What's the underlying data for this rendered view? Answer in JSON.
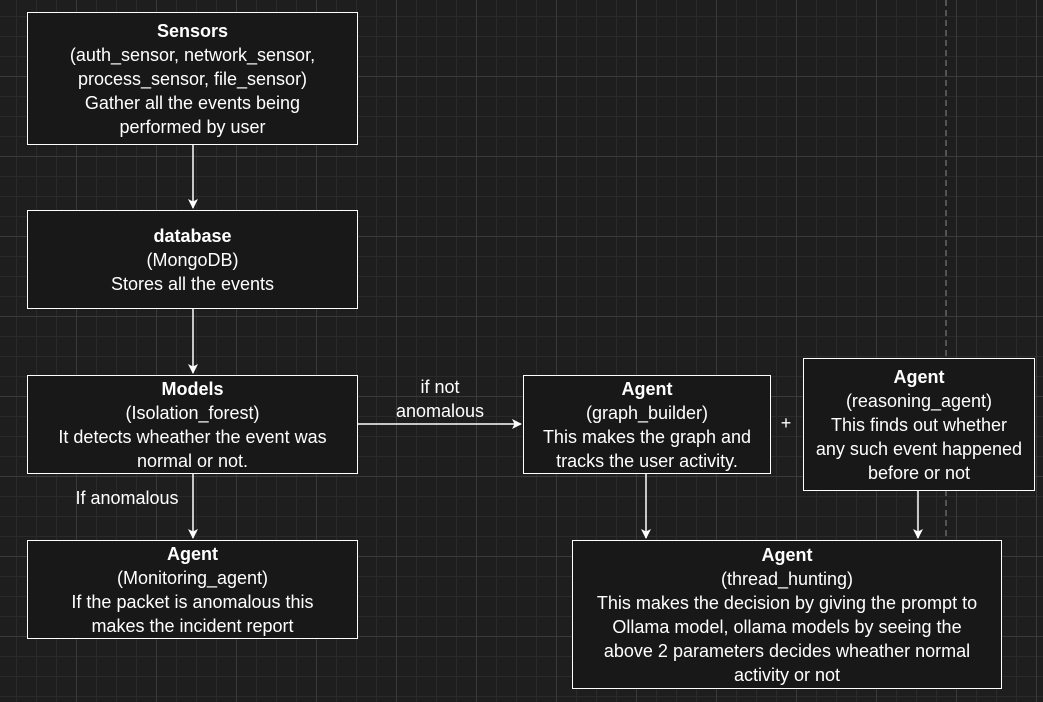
{
  "nodes": {
    "sensors": {
      "title": "Sensors",
      "lines": [
        "(auth_sensor, network_sensor,",
        "process_sensor, file_sensor)",
        "Gather all the events being",
        "performed by user"
      ]
    },
    "database": {
      "title": "database",
      "lines": [
        "(MongoDB)",
        "Stores all the events"
      ]
    },
    "models": {
      "title": "Models",
      "lines": [
        "(Isolation_forest)",
        "It detects wheather the event was",
        "normal or not."
      ]
    },
    "monitoring_agent": {
      "title": "Agent",
      "lines": [
        "(Monitoring_agent)",
        "If the packet is anomalous this",
        "makes the incident report"
      ]
    },
    "graph_builder": {
      "title": "Agent",
      "lines": [
        "(graph_builder)",
        "This makes the graph and",
        "tracks the user activity."
      ]
    },
    "reasoning_agent": {
      "title": "Agent",
      "lines": [
        "(reasoning_agent)",
        "This finds out whether",
        "any such event happened",
        "before or not"
      ]
    },
    "thread_hunting": {
      "title": "Agent",
      "lines": [
        "(thread_hunting)",
        "This makes the decision by giving the prompt to",
        "Ollama model, ollama models by seeing the",
        "above 2 parameters decides wheather normal",
        "activity or not"
      ]
    }
  },
  "edge_labels": {
    "if_not_anomalous": [
      "if not",
      "anomalous"
    ],
    "if_anomalous": "If anomalous",
    "plus": "+"
  }
}
